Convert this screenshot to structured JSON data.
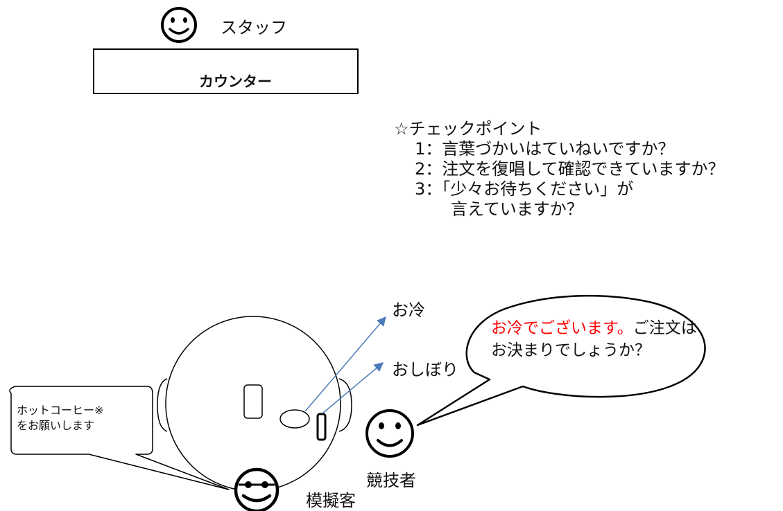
{
  "staff": {
    "label": "スタッフ"
  },
  "counter": {
    "label": "カウンター"
  },
  "checkpoints": {
    "title": "☆チェックポイント",
    "items": [
      "1：言葉づかいはていねいですか？",
      "2：注文を復唱して確認できていますか？",
      "3：「少々お待ちください」が"
    ],
    "item3_continuation": "言えていますか？"
  },
  "table_items": {
    "water": "お冷",
    "towel": "おしぼり"
  },
  "competitor": {
    "label": "競技者",
    "speech_red": "お冷でございます。",
    "speech_line1_rest": "ご注文は",
    "speech_line2": "お決まりでしょうか？"
  },
  "customer": {
    "label": "模擬客",
    "speech_line1": "ホットコーヒー※",
    "speech_line2": "をお願いします"
  },
  "colors": {
    "accent_red": "#ff0000",
    "arrow_blue": "#4a7ab8"
  }
}
